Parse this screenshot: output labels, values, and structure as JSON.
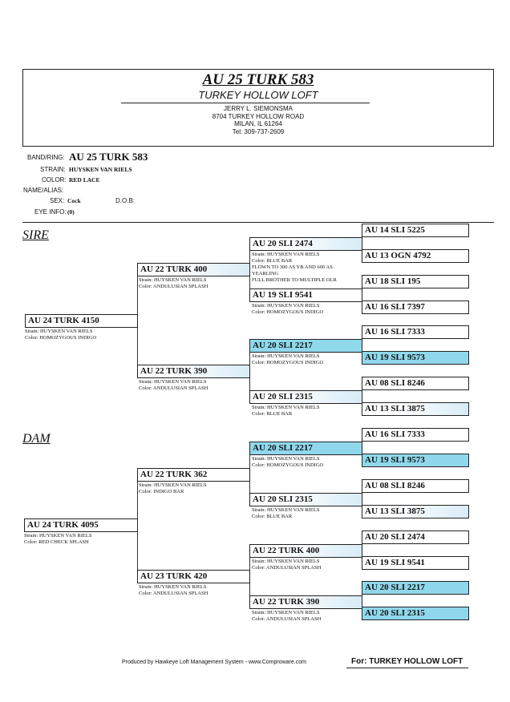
{
  "header": {
    "title": "AU 25 TURK 583",
    "loft_name": "TURKEY HOLLOW LOFT",
    "address_lines": [
      "JERRY L. SIEMONSMA",
      "8704 TURKEY HOLLOW ROAD",
      "MILAN, IL 61264",
      "Tel: 309-737-2609"
    ]
  },
  "details": {
    "band_label": "BAND/RING:",
    "band_value": "AU 25 TURK 583",
    "strain_label": "STRAIN:",
    "strain_value": "HUYSKEN VAN RIELS",
    "color_label": "COLOR:",
    "color_value": "RED LACE",
    "name_label": "NAME/ALIAS:",
    "sex_label": "SEX:",
    "sex_value": "Cock",
    "dob_label": "D.O.B:",
    "eye_label": "EYE INFO:",
    "eye_value": "(0)"
  },
  "sections": {
    "sire": "SIRE",
    "dam": "DAM"
  },
  "birds": {
    "sire": {
      "band": "AU 24 TURK 4150",
      "strain": "Strain: HUYSKEN VAN RIELS",
      "color": "Color: HOMOZYGOUS INDIGO"
    },
    "dam": {
      "band": "AU 24 TURK 4095",
      "strain": "Strain: HUYSKEN VAN RIELS",
      "color": "Color: RED CHECK SPLASH"
    },
    "ss": {
      "band": "AU 22 TURK 400",
      "strain": "Strain: HUYSKEN VAN RIELS",
      "color": "Color: ANDULUSIAN SPLASH"
    },
    "sd": {
      "band": "AU 22 TURK 390",
      "strain": "Strain: HUYSKEN VAN RIELS",
      "color": "Color: ANDULUSIAN SPLASH"
    },
    "ds": {
      "band": "AU 22 TURK 362",
      "strain": "Strain: HUYSKEN VAN RIELS",
      "color": "Color: INDIGO BAR"
    },
    "dd": {
      "band": "AU 23 TURK 420",
      "strain": "Strain: HUYSKEN VAN RIELS",
      "color": "Color: ANDULUSIAN SPLASH"
    },
    "sss": {
      "band": "AU 20 SLI 2474",
      "strain": "Strain: HUYSKEN VAN RIELS",
      "color": "Color: BLUE BAR",
      "notes": [
        "FLOWN TO 300 AS YB AND 600 AS",
        "YEARLING",
        "FULL BROTHER TO MULTIPLE OLR"
      ]
    },
    "ssd": {
      "band": "AU 19 SLI 9541",
      "strain": "Strain: HUYSKEN VAN RIELS",
      "color": "Color: HOMOZYGOUS INDIGO"
    },
    "sds": {
      "band": "AU 20 SLI 2217",
      "strain": "Strain: HUYSKEN VAN RIELS",
      "color": "Color: HOMOZYGOUS INDIGO"
    },
    "sdd": {
      "band": "AU 20 SLI 2315",
      "strain": "Strain: HUYSKEN VAN RIELS",
      "color": "Color: BLUE BAR"
    },
    "dss": {
      "band": "AU 20 SLI 2217",
      "strain": "Strain: HUYSKEN VAN RIELS",
      "color": "Color: HOMOZYGOUS INDIGO"
    },
    "dsd": {
      "band": "AU 20 SLI 2315",
      "strain": "Strain: HUYSKEN VAN RIELS",
      "color": "Color: BLUE BAR"
    },
    "dds": {
      "band": "AU 22 TURK 400",
      "strain": "Strain: HUYSKEN VAN RIELS",
      "color": "Color: ANDULUSIAN SPLASH"
    },
    "ddd": {
      "band": "AU 22 TURK 390",
      "strain": "Strain: HUYSKEN VAN RIELS",
      "color": "Color: ANDULUSIAN SPLASH"
    }
  },
  "gen4": [
    "AU 14 SLI 5225",
    "AU 13 OGN 4792",
    "AU 18 SLI 195",
    "AU 16 SLI 7397",
    "AU 16 SLI 7333",
    "AU 19 SLI 9573",
    "AU 08 SLI 8246",
    "AU 13 SLI 3875",
    "AU 16 SLI 7333",
    "AU 19 SLI 9573",
    "AU 08 SLI 8246",
    "AU 13 SLI 3875",
    "AU 20 SLI 2474",
    "AU 19 SLI 9541",
    "AU 20 SLI 2217",
    "AU 20 SLI 2315"
  ],
  "footer": {
    "produced_by": "Produced by Hawkeye Loft Management System - www.Comproware.com",
    "for_text": "For: TURKEY HOLLOW LOFT"
  }
}
